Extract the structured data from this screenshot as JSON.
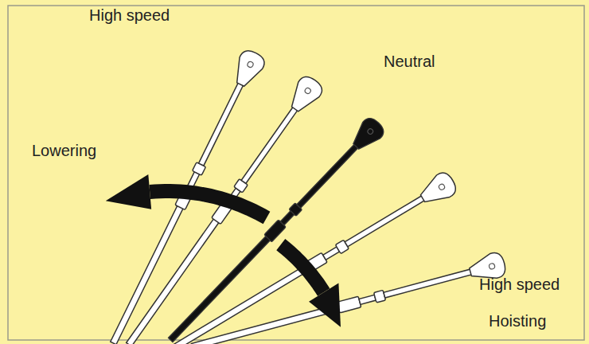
{
  "diagram": {
    "labels": [
      "High speed",
      "Neutral",
      "Lowering",
      "High speed",
      "Hoisting"
    ]
  }
}
